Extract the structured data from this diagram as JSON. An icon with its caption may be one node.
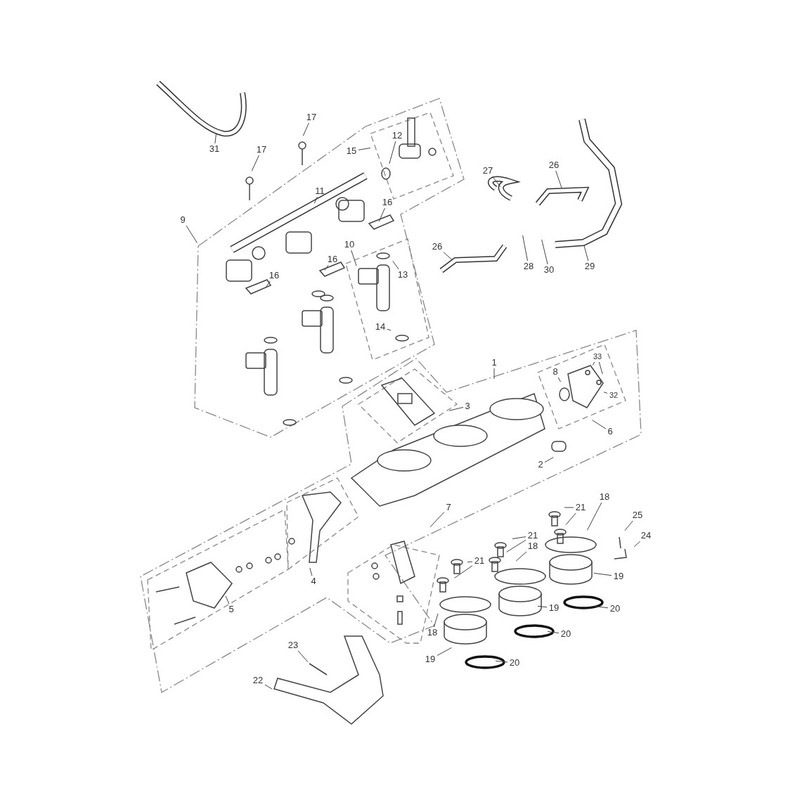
{
  "diagram": {
    "nodes": [
      {
        "text": [
          "17"
        ]
      },
      {
        "text": [
          "12"
        ]
      },
      {
        "text": [
          "31"
        ]
      },
      {
        "text": [
          "17"
        ]
      },
      {
        "text": [
          "15"
        ]
      },
      {
        "text": [
          "26"
        ]
      },
      {
        "text": [
          "27"
        ]
      },
      {
        "text": [
          "11"
        ]
      },
      {
        "text": [
          "16"
        ]
      },
      {
        "text": [
          "9"
        ]
      },
      {
        "text": [
          "10"
        ]
      },
      {
        "text": [
          "26"
        ]
      },
      {
        "text": [
          "16"
        ]
      },
      {
        "text": [
          "28"
        ]
      },
      {
        "text": [
          "29"
        ]
      },
      {
        "text": [
          "13"
        ]
      },
      {
        "text": [
          "30"
        ]
      },
      {
        "text": [
          "16"
        ]
      },
      {
        "text": [
          "14"
        ]
      },
      {
        "text": [
          "33"
        ]
      },
      {
        "text": [
          "1"
        ]
      },
      {
        "text": [
          "8"
        ]
      },
      {
        "text": [
          "32"
        ]
      },
      {
        "text": [
          "3"
        ]
      },
      {
        "text": [
          "6"
        ]
      },
      {
        "text": [
          "2"
        ]
      },
      {
        "text": [
          "18"
        ]
      },
      {
        "text": [
          "21"
        ]
      },
      {
        "text": [
          "7"
        ]
      },
      {
        "text": [
          "25"
        ]
      },
      {
        "text": [
          "21"
        ]
      },
      {
        "text": [
          "24"
        ]
      },
      {
        "text": [
          "18"
        ]
      },
      {
        "text": [
          "21"
        ]
      },
      {
        "text": [
          "19"
        ]
      },
      {
        "text": [
          "4"
        ]
      },
      {
        "text": [
          "19"
        ]
      },
      {
        "text": [
          "20"
        ]
      },
      {
        "text": [
          "5"
        ]
      },
      {
        "text": [
          "18"
        ]
      },
      {
        "text": [
          "20"
        ]
      },
      {
        "text": [
          "23"
        ]
      },
      {
        "text": [
          "19"
        ]
      },
      {
        "text": [
          "20"
        ]
      },
      {
        "text": [
          "22"
        ]
      }
    ],
    "edges": [
      {
        "from": 0,
        "to": null,
        "arrow": "none"
      },
      {
        "from": 1,
        "to": null,
        "arrow": "none"
      },
      {
        "from": 2,
        "to": null,
        "arrow": "none"
      },
      {
        "from": 3,
        "to": null,
        "arrow": "none"
      },
      {
        "from": 4,
        "to": null,
        "arrow": "none"
      },
      {
        "from": 5,
        "to": null,
        "arrow": "none"
      },
      {
        "from": 6,
        "to": null,
        "arrow": "none"
      },
      {
        "from": 7,
        "to": null,
        "arrow": "none"
      },
      {
        "from": 8,
        "to": null,
        "arrow": "none"
      },
      {
        "from": 9,
        "to": null,
        "arrow": "none"
      },
      {
        "from": 10,
        "to": null,
        "arrow": "none"
      },
      {
        "from": 11,
        "to": null,
        "arrow": "none"
      },
      {
        "from": 12,
        "to": null,
        "arrow": "none"
      },
      {
        "from": 13,
        "to": null,
        "arrow": "none"
      },
      {
        "from": 14,
        "to": null,
        "arrow": "none"
      },
      {
        "from": 15,
        "to": null,
        "arrow": "none"
      },
      {
        "from": 16,
        "to": null,
        "arrow": "none"
      },
      {
        "from": 17,
        "to": null,
        "arrow": "none"
      },
      {
        "from": 18,
        "to": null,
        "arrow": "none"
      },
      {
        "from": 19,
        "to": null,
        "arrow": "none"
      },
      {
        "from": 19,
        "to": null,
        "arrow": "none"
      },
      {
        "from": 20,
        "to": null,
        "arrow": "none"
      },
      {
        "from": 21,
        "to": null,
        "arrow": "none"
      },
      {
        "from": 22,
        "to": null,
        "arrow": "none"
      },
      {
        "from": 23,
        "to": null,
        "arrow": "none"
      },
      {
        "from": 24,
        "to": null,
        "arrow": "none"
      },
      {
        "from": 25,
        "to": null,
        "arrow": "none"
      },
      {
        "from": 26,
        "to": null,
        "arrow": "none"
      },
      {
        "from": 27,
        "to": null,
        "arrow": "none"
      },
      {
        "from": 27,
        "to": null,
        "arrow": "none"
      },
      {
        "from": 28,
        "to": null,
        "arrow": "none"
      },
      {
        "from": 29,
        "to": null,
        "arrow": "none"
      },
      {
        "from": 30,
        "to": null,
        "arrow": "none"
      },
      {
        "from": 30,
        "to": null,
        "arrow": "none"
      },
      {
        "from": 31,
        "to": null,
        "arrow": "none"
      },
      {
        "from": 32,
        "to": null,
        "arrow": "none"
      },
      {
        "from": 33,
        "to": null,
        "arrow": "none"
      },
      {
        "from": 33,
        "to": null,
        "arrow": "none"
      },
      {
        "from": 34,
        "to": null,
        "arrow": "none"
      },
      {
        "from": 35,
        "to": null,
        "arrow": "none"
      },
      {
        "from": 36,
        "to": null,
        "arrow": "none"
      },
      {
        "from": 37,
        "to": null,
        "arrow": "none"
      },
      {
        "from": 38,
        "to": null,
        "arrow": "none"
      },
      {
        "from": 39,
        "to": null,
        "arrow": "none"
      },
      {
        "from": 40,
        "to": null,
        "arrow": "none"
      },
      {
        "from": 41,
        "to": null,
        "arrow": "none"
      },
      {
        "from": 42,
        "to": null,
        "arrow": "none"
      },
      {
        "from": 43,
        "to": null,
        "arrow": "none"
      },
      {
        "from": 44,
        "to": null,
        "arrow": "none"
      }
    ]
  }
}
